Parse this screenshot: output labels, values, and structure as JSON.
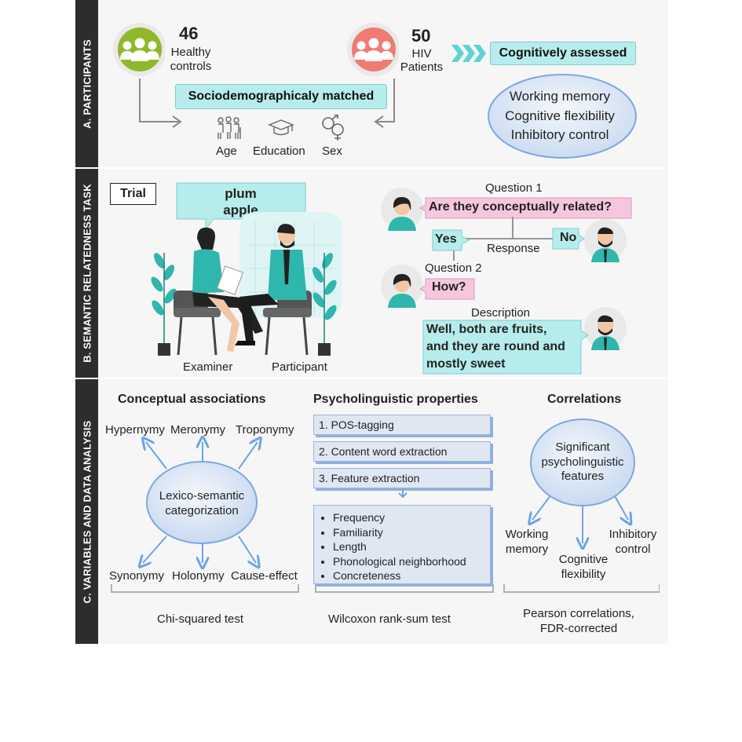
{
  "sections": {
    "a": "A. PARTICIPANTS",
    "b": "B. SEMANTIC RELATEDNESS TASK",
    "c": "C. VARIABLES AND DATA ANALYSIS"
  },
  "participants": {
    "healthy_count": "46",
    "healthy_label_1": "Healthy",
    "healthy_label_2": "controls",
    "hiv_count": "50",
    "hiv_label_1": "HIV",
    "hiv_label_2": "Patients",
    "matched": "Sociodemographicaly matched",
    "assessed": "Cognitively assessed",
    "demographics": [
      "Age",
      "Education",
      "Sex"
    ],
    "cognitive_domains": [
      "Working memory",
      "Cognitive flexibility",
      "Inhibitory control"
    ],
    "colors": {
      "healthy": "#8fb82a",
      "hiv": "#ef7b72",
      "accent": "#5ed3d6"
    }
  },
  "task": {
    "trial": "Trial",
    "words": [
      "plum",
      "apple"
    ],
    "examiner": "Examiner",
    "participant": "Participant",
    "question1": "Question 1",
    "question1_text": "Are they conceptually related?",
    "yes": "Yes",
    "no": "No",
    "response": "Response",
    "question2": "Question 2",
    "question2_text": "How?",
    "description": "Description",
    "description_lines": [
      "Well, both are fruits,",
      "and they are round and",
      "mostly sweet"
    ]
  },
  "analysis": {
    "conceptual": {
      "title": "Conceptual associations",
      "center": [
        "Lexico-semantic",
        "categorization"
      ],
      "top": [
        "Hypernymy",
        "Meronymy",
        "Troponymy"
      ],
      "bottom": [
        "Synonymy",
        "Holonymy",
        "Cause-effect"
      ],
      "test": "Chi-squared test"
    },
    "psycholinguistic": {
      "title": "Psycholinguistic properties",
      "steps": [
        "1. POS-tagging",
        "2. Content word extraction",
        "3. Feature extraction"
      ],
      "features": [
        "Frequency",
        "Familiarity",
        "Length",
        "Phonological neighborhood",
        "Concreteness"
      ],
      "test": "Wilcoxon rank-sum test"
    },
    "correlations": {
      "title": "Correlations",
      "center": [
        "Significant",
        "psycholinguistic",
        "features"
      ],
      "outcomes": [
        [
          "Working",
          "memory"
        ],
        [
          "Cognitive",
          "flexibility"
        ],
        [
          "Inhibitory",
          "control"
        ]
      ],
      "test": [
        "Pearson correlations,",
        "FDR-corrected"
      ]
    }
  }
}
